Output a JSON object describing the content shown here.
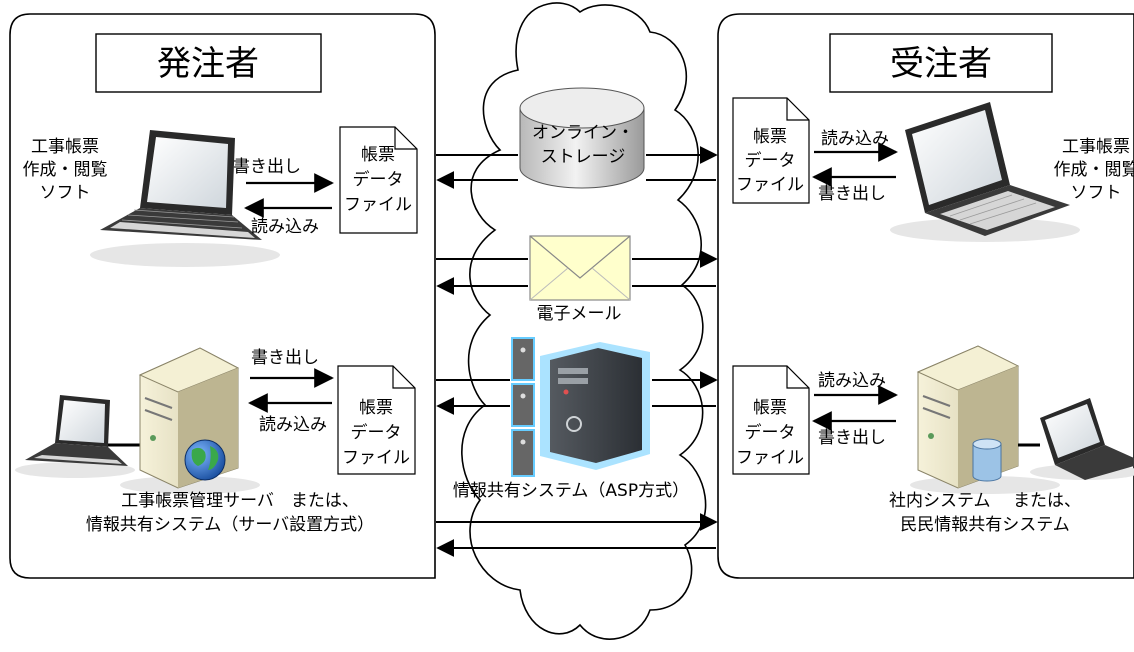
{
  "orderer": {
    "title": "発注者",
    "software_label": [
      "工事帳票",
      "作成・閲覧",
      "ソフト"
    ],
    "write_label": "書き出し",
    "read_label": "読み込み",
    "file_label": [
      "帳票",
      "データ",
      "ファイル"
    ],
    "server_write_label": "書き出し",
    "server_read_label": "読み込み",
    "server_file_label": [
      "帳票",
      "データ",
      "ファイル"
    ],
    "server_caption": [
      "工事帳票管理サーバ　または、",
      "情報共有システム（サーバ設置方式）"
    ]
  },
  "contractor": {
    "title": "受注者",
    "software_label": [
      "工事帳票",
      "作成・閲覧",
      "ソフト"
    ],
    "read_label": "読み込み",
    "write_label": "書き出し",
    "file_label": [
      "帳票",
      "データ",
      "ファイル"
    ],
    "server_read_label": "読み込み",
    "server_write_label": "書き出し",
    "server_file_label": [
      "帳票",
      "データ",
      "ファイル"
    ],
    "server_caption": [
      "社内システム　 または、",
      "民民情報共有システム"
    ]
  },
  "cloud": {
    "storage_label": [
      "オンライン・",
      "ストレージ"
    ],
    "email_label": "電子メール",
    "asp_label": "情報共有システム（ASP方式）"
  },
  "colors": {
    "panel_stroke": "#000000",
    "cylinder_fill": "#d9d9d9",
    "envelope_fill": "#ffffcc",
    "server_body": "#e8e4c8",
    "laptop_frame": "#2a2a2a",
    "asp_accent": "#66ccff"
  }
}
